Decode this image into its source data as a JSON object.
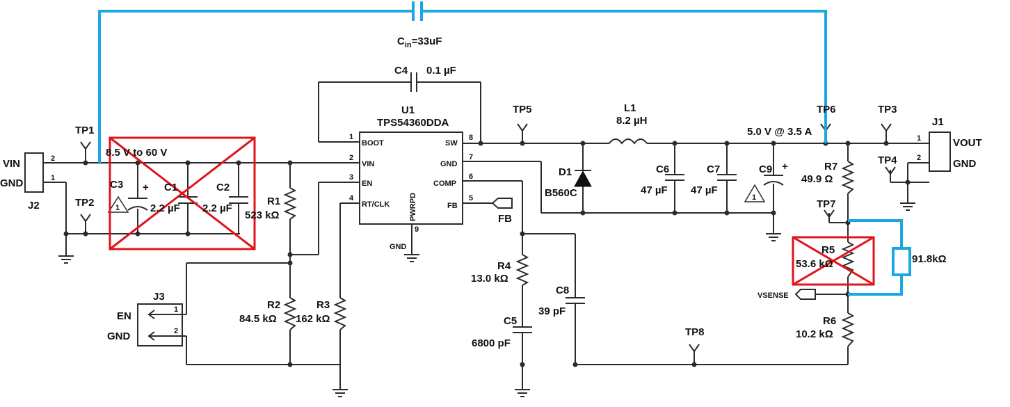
{
  "ic": {
    "ref": "U1",
    "part": "TPS54360DDA",
    "pwrpd": "PWRPD",
    "pins": {
      "boot": "BOOT",
      "vin": "VIN",
      "en": "EN",
      "rtclk": "RT/CLK",
      "sw": "SW",
      "gnd": "GND",
      "comp": "COMP",
      "fb": "FB"
    },
    "pin_numbers": {
      "boot": "1",
      "vin": "2",
      "en": "3",
      "rtclk": "4",
      "sw": "8",
      "gnd": "7",
      "comp": "6",
      "fb": "5",
      "pwrpd": "9"
    }
  },
  "labels": {
    "vin": "VIN",
    "gnd_left": "GND",
    "j2": "J2",
    "j2_pin2": "2",
    "j2_pin1": "1",
    "tp1": "TP1",
    "tp2": "TP2",
    "input_range": "8.5 V to 60 V",
    "c3": "C3",
    "c1": "C1",
    "c1_val": "2.2 µF",
    "c2": "C2",
    "c2_val": "2.2 µF",
    "cin_main": "C",
    "cin_sub": "in",
    "cin_val": "=33uF",
    "c4": "C4",
    "c4_val": "0.1 µF",
    "r1": "R1",
    "r1_val": "523 kΩ",
    "r2": "R2",
    "r2_val": "84.5 kΩ",
    "r3": "R3",
    "r3_val": "162 kΩ",
    "j3": "J3",
    "j3_en": "EN",
    "j3_gnd": "GND",
    "j3_pin1": "1",
    "j3_pin2": "2",
    "gnd_ic": "GND",
    "fb_tag": "FB",
    "tp5": "TP5",
    "l1": "L1",
    "l1_val": "8.2 µH",
    "d1": "D1",
    "d1_part": "B560C",
    "c6": "C6",
    "c6_val": "47 µF",
    "c7": "C7",
    "c7_val": "47 µF",
    "c9": "C9",
    "r4": "R4",
    "r4_val": "13.0 kΩ",
    "c5": "C5",
    "c5_val": "6800 pF",
    "c8": "C8",
    "c8_val": "39 pF",
    "tp6": "TP6",
    "tp3": "TP3",
    "tp4": "TP4",
    "tp7": "TP7",
    "tp8": "TP8",
    "vout_spec": "5.0 V @ 3.5 A",
    "j1": "J1",
    "j1_pin1": "1",
    "j1_pin2": "2",
    "vout": "VOUT",
    "gnd_right": "GND",
    "r7": "R7",
    "r7_val": "49.9 Ω",
    "r5": "R5",
    "r5_val": "53.6 kΩ",
    "r5_replacement": "91.8kΩ",
    "vsense": "VSENSE",
    "r6": "R6",
    "r6_val": "10.2 kΩ",
    "warn": "1",
    "plus": "+"
  },
  "colors": {
    "wire": "#2b2b2b",
    "modification_wire": "#1aa7e2",
    "strike": "#e0141b"
  }
}
